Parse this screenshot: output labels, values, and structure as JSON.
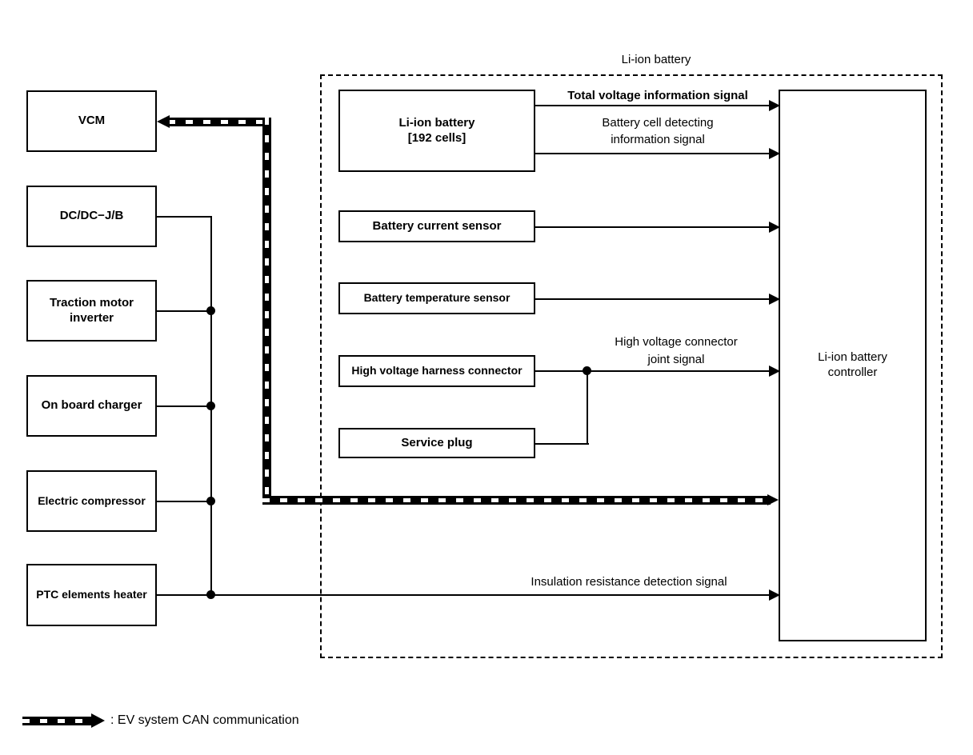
{
  "diagram": {
    "region": {
      "title": "Li-ion battery"
    },
    "left_modules": [
      {
        "label": "VCM"
      },
      {
        "label": "DC/DC−J/B"
      },
      {
        "label_line1": "Traction motor",
        "label_line2": "inverter"
      },
      {
        "label": "On board charger"
      },
      {
        "label": "Electric compressor"
      },
      {
        "label": "PTC elements heater"
      }
    ],
    "battery_components": [
      {
        "label_line1": "Li-ion battery",
        "label_line2": "[192 cells]"
      },
      {
        "label": "Battery current sensor"
      },
      {
        "label": "Battery temperature sensor"
      },
      {
        "label": "High voltage harness connector"
      },
      {
        "label": "Service plug"
      }
    ],
    "controller": {
      "label_line1": "Li-ion battery",
      "label_line2": "controller"
    },
    "signals": {
      "total_voltage": "Total voltage information signal",
      "battery_cell_line1": "Battery cell detecting",
      "battery_cell_line2": "information signal",
      "hv_connector_line1": "High voltage connector",
      "hv_connector_line2": "joint signal",
      "insulation": "Insulation resistance detection signal"
    },
    "legend": {
      "text": ": EV system CAN communication"
    },
    "colors": {
      "line": "#000000",
      "background": "#ffffff"
    }
  }
}
